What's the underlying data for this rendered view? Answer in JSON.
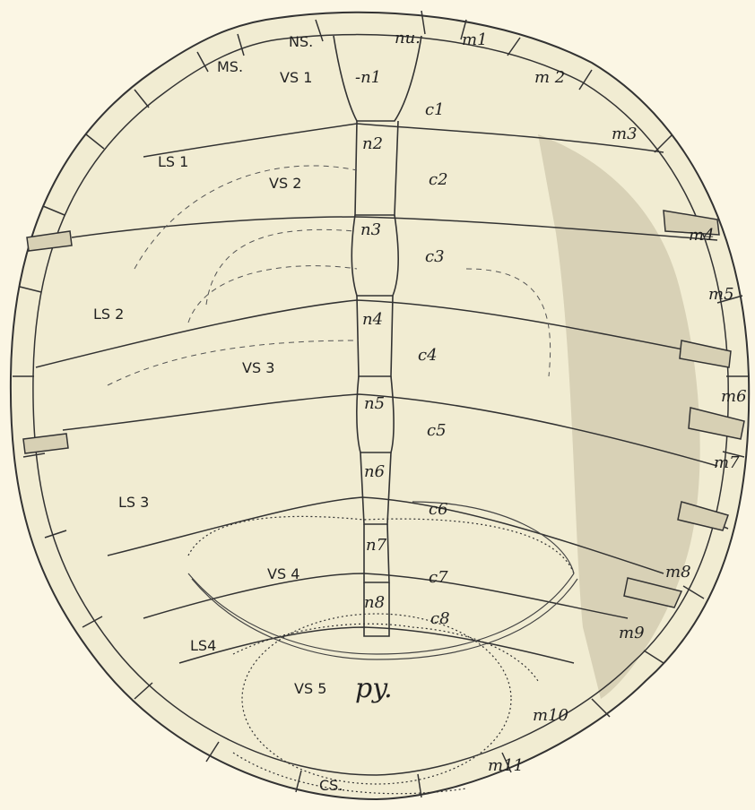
{
  "colors": {
    "background": "#fbf6e4",
    "shell_light": "#f1ecd2",
    "shell_dark": "#cfc8ac",
    "line": "#333333"
  },
  "labels": {
    "ns": "NS.",
    "nu": "nu.",
    "ms": "MS.",
    "vs1": "VS 1",
    "n1": "-n1",
    "m1": "m1",
    "m2": "m 2",
    "c1": "c1",
    "m3": "m3",
    "ls1": "LS 1",
    "n2": "n2",
    "vs2": "VS 2",
    "c2": "c2",
    "n3": "n3",
    "m4": "m4",
    "c3": "c3",
    "m5": "m5",
    "ls2": "LS 2",
    "n4": "n4",
    "vs3": "VS 3",
    "c4": "c4",
    "m6": "m6",
    "n5": "n5",
    "c5": "c5",
    "n6": "n6",
    "m7": "m7",
    "ls3": "LS 3",
    "c6": "c6",
    "n7": "n7",
    "vs4": "VS 4",
    "c7": "c7",
    "m8": "m8",
    "n8": "n8",
    "c8": "c8",
    "m9": "m9",
    "ls4": "LS4",
    "vs5": "VS 5",
    "py": "py.",
    "m10": "m10",
    "m11": "m11",
    "cs": "CS."
  }
}
